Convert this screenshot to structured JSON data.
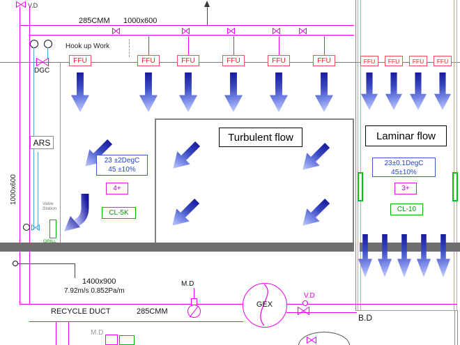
{
  "colors": {
    "duct_magenta": "#ee00ee",
    "ffu_red": "#e02020",
    "arrow_blue_dark": "#16169a",
    "arrow_blue_light": "#ccd4ff",
    "clean_green": "#00b400",
    "spec_blue": "#2343c8",
    "zone_yellow": "#d8b800",
    "floor_gray": "#6e6e6e",
    "pipe_cyan": "#48a6d8"
  },
  "top": {
    "vd_label": "V.D",
    "flow_rate": "285CMM",
    "duct_size": "1000x600",
    "hookup_note": "Hook up Work",
    "dgc_label": "DGC"
  },
  "ffu": {
    "main": [
      "FFU",
      "FFU",
      "FFU",
      "FFU",
      "FFU",
      "FFU"
    ],
    "right": [
      "FFU",
      "FFU",
      "FFU",
      "FFU"
    ]
  },
  "left_side": {
    "ars_label": "ARS",
    "riser_size": "1000x600",
    "valve_station_line1": "Valve",
    "valve_station_line2": "Station",
    "grill_label": "GRILL"
  },
  "turbulent_zone": {
    "title": "Turbulent flow",
    "temperature": "23 ±2DegC",
    "humidity": "45 ±10%",
    "air_change": "4+",
    "clean_class": "CL-5K"
  },
  "laminar_zone": {
    "title": "Laminar flow",
    "temperature": "23±0.1DegC",
    "humidity": "45±10%",
    "air_change": "3+",
    "clean_class": "CL-10"
  },
  "bottom": {
    "duct_size": "1400x900",
    "duct_spec": "7.92m/s 0.852Pa/m",
    "md_label": "M.D",
    "fan_label": "GEX",
    "vd_label": "V.D",
    "recycle_duct_label": "RECYCLE DUCT",
    "flow_rate": "285CMM",
    "bd_label": "B.D",
    "md2_label": "M.D"
  }
}
